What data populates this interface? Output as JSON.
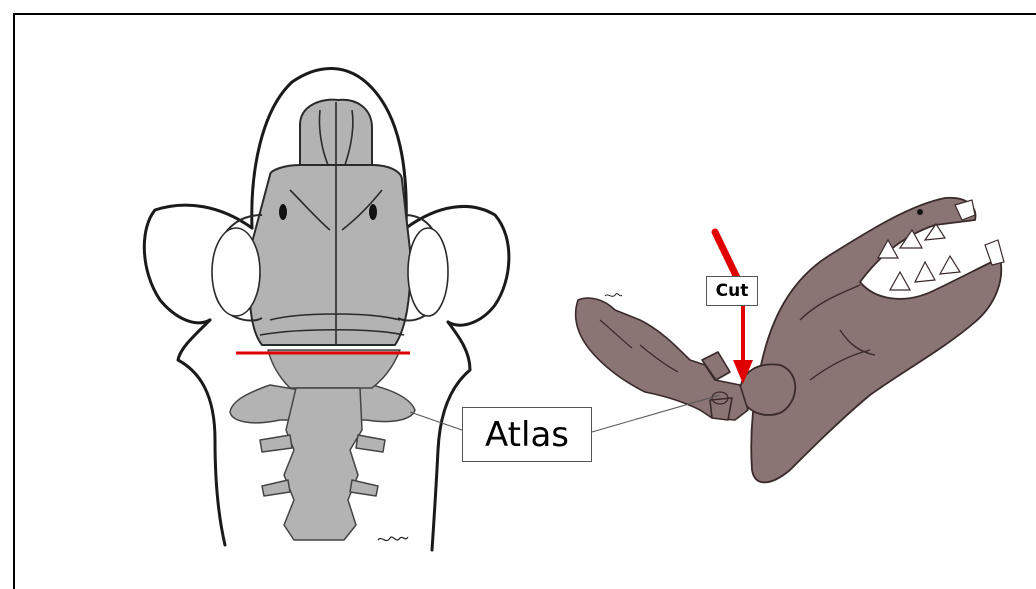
{
  "labels": {
    "atlas": "Atlas",
    "cut": "Cut"
  },
  "colors": {
    "bone_dorsal": "#b3b3b3",
    "bone_lateral": "#8a7474",
    "outline": "#1a1a1a",
    "cut_marker": "#e00000"
  },
  "icons": {
    "arrow": "red-downward-arrow"
  }
}
